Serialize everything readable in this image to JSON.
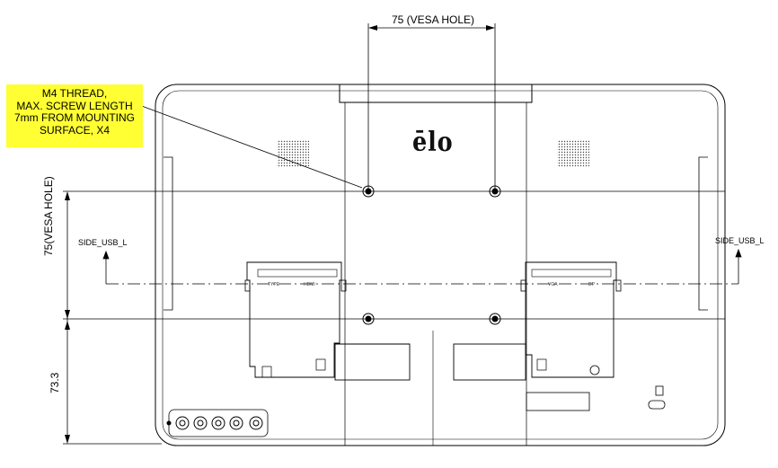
{
  "callout": {
    "lines": [
      "M4 THREAD,",
      "MAX. SCREW LENGTH",
      "7mm FROM MOUNTING",
      "SURFACE, X4"
    ]
  },
  "dimensions": {
    "vesa_horizontal": "75 (VESA HOLE)",
    "vesa_vertical": "75(VESA HOLE)",
    "bottom_offset": "73.3"
  },
  "labels": {
    "usb_left": "SIDE_USB_L",
    "usb_right": "SIDE_USB_L"
  },
  "logo": {
    "text": "ēlo"
  },
  "ports": {
    "left_bay": [
      "TYPE",
      "HDMI"
    ],
    "right_bay": [
      "VGA",
      "DP"
    ]
  },
  "colors": {
    "callout_bg": "#ffff33",
    "line": "#000000"
  }
}
